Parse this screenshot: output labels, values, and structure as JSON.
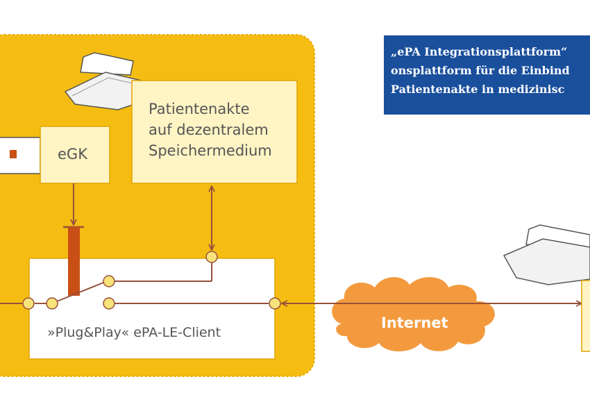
{
  "labels": {
    "egk": "eGK",
    "patientenakte": [
      "Patientenakte",
      "auf dezentralem",
      "Speichermedium"
    ],
    "client": "»Plug&Play« ePA-LE-Client",
    "internet": "Internet"
  },
  "caption": {
    "lines": [
      "„ePA Integrationsplattform“",
      "onsplattform für die Einbind",
      "Patientenakte in medizinisc"
    ]
  },
  "icons": [
    "folder-icon",
    "egk-card-icon",
    "internet-cloud-icon"
  ],
  "colors": {
    "panel": "#f5bd12",
    "panel_border": "#e8a800",
    "box_fill": "#fff4c4",
    "box_stroke": "#e0a400",
    "line": "#96503a",
    "plug": "#c85016",
    "node": "#f8e27a",
    "cloud": "#f39a3e",
    "caption_bg": "#1a4f9c"
  }
}
